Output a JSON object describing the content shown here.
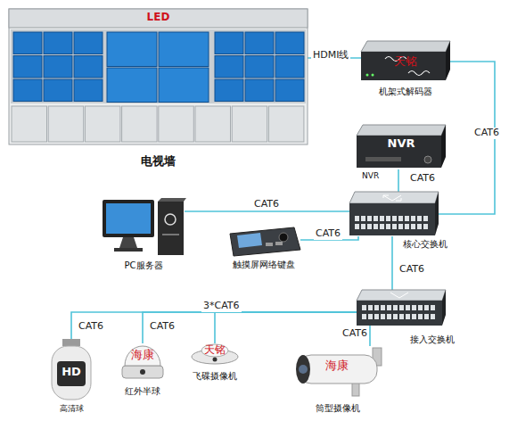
{
  "diagram": {
    "nodes": [
      {
        "text": [
          "LED",
          "电视墙"
        ]
      },
      {
        "text": [
          "天铭",
          "机架式解码器"
        ]
      },
      {
        "text": [
          "NVR",
          "NVR"
        ]
      },
      {
        "text": [
          "PC服务器"
        ]
      },
      {
        "text": [
          "核心交换机"
        ]
      },
      {
        "text": [
          "触摸屏网络键盘"
        ]
      },
      {
        "text": [
          "接入交换机"
        ]
      },
      {
        "text": [
          "HD",
          "高清球"
        ]
      },
      {
        "text": [
          "海康",
          "红外半球"
        ]
      },
      {
        "text": [
          "天铭",
          "飞碟摄像机"
        ]
      },
      {
        "text": [
          "海康",
          "筒型摄像机"
        ]
      }
    ],
    "edges": [
      {
        "from": 0,
        "to": 1,
        "label": "HDMI线",
        "arrow": "none"
      },
      {
        "from": 1,
        "to": 4,
        "label": "CAT6",
        "arrow": "none"
      },
      {
        "from": 2,
        "to": 4,
        "label": "CAT6",
        "arrow": "none"
      },
      {
        "from": 3,
        "to": 4,
        "label": "CAT6",
        "arrow": "none"
      },
      {
        "from": 5,
        "to": 4,
        "label": "CAT6",
        "arrow": "none"
      },
      {
        "from": 4,
        "to": 6,
        "label": "CAT6",
        "arrow": "none"
      },
      {
        "from": 6,
        "to": 7,
        "label": "CAT6",
        "arrow": "none"
      },
      {
        "from": 6,
        "to": 8,
        "label": "CAT6",
        "arrow": "none"
      },
      {
        "from": 6,
        "to": 9,
        "arrow": "none"
      },
      {
        "from": 6,
        "to": 10,
        "label": "CAT6",
        "arrow": "none"
      }
    ],
    "labels": [
      "3*CAT6"
    ]
  }
}
